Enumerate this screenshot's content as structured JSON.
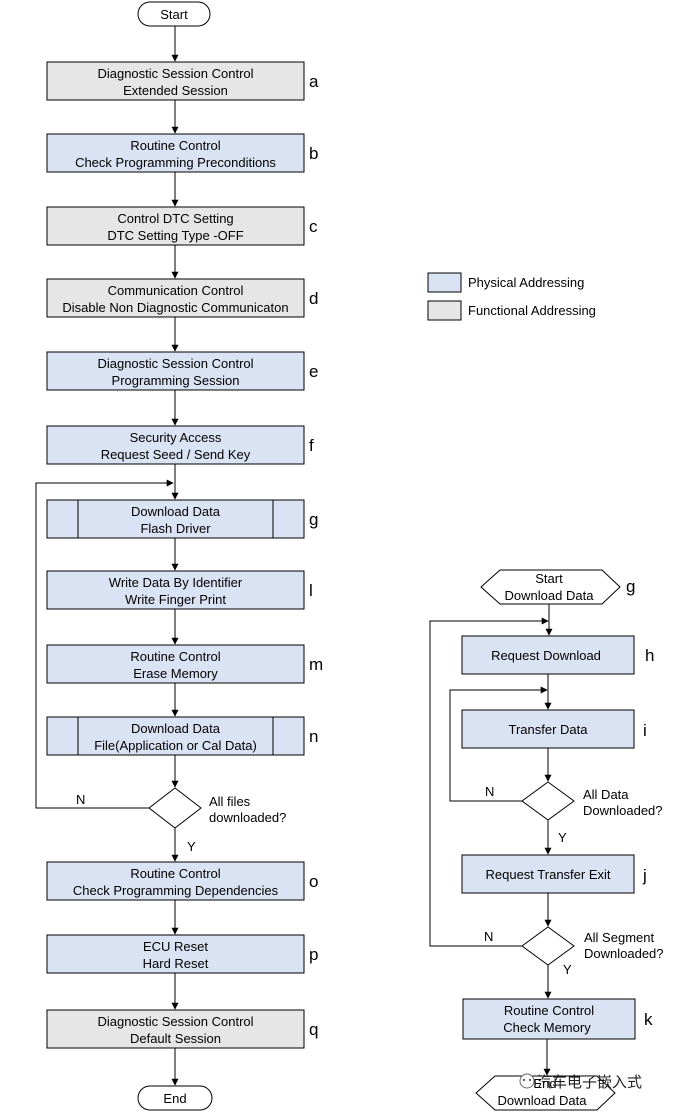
{
  "colors": {
    "physical": "#dae3f3",
    "functional": "#e7e6e6",
    "stroke": "#000000",
    "line": "#000000"
  },
  "legend": {
    "physical_label": "Physical Addressing",
    "functional_label": "Functional Addressing"
  },
  "main_flow": {
    "start": "Start",
    "end": "End",
    "steps": [
      {
        "letter": "a",
        "line1": "Diagnostic Session  Control",
        "line2": "Extended Session",
        "addressing": "functional",
        "style": "plain"
      },
      {
        "letter": "b",
        "line1": "Routine  Control",
        "line2": "Check Programming Preconditions",
        "addressing": "physical",
        "style": "plain"
      },
      {
        "letter": "c",
        "line1": "Control DTC Setting",
        "line2": "DTC Setting Type -OFF",
        "addressing": "functional",
        "style": "plain"
      },
      {
        "letter": "d",
        "line1": "Communication Control",
        "line2": "Disable Non Diagnostic Communicaton",
        "addressing": "functional",
        "style": "plain"
      },
      {
        "letter": "e",
        "line1": "Diagnostic Session  Control",
        "line2": "Programming Session",
        "addressing": "physical",
        "style": "plain"
      },
      {
        "letter": "f",
        "line1": "Security Access",
        "line2": "Request Seed  / Send Key",
        "addressing": "physical",
        "style": "plain"
      },
      {
        "letter": "g",
        "line1": "Download  Data",
        "line2": "Flash Driver",
        "addressing": "physical",
        "style": "subprocess"
      },
      {
        "letter": "l",
        "line1": "Write Data By Identifier",
        "line2": "Write Finger Print",
        "addressing": "physical",
        "style": "plain"
      },
      {
        "letter": "m",
        "line1": "Routine  Control",
        "line2": "Erase Memory",
        "addressing": "physical",
        "style": "plain"
      },
      {
        "letter": "n",
        "line1": "Download  Data",
        "line2": "File(Application or Cal Data)",
        "addressing": "physical",
        "style": "subprocess"
      },
      {
        "letter": "o",
        "line1": "Routine  Control",
        "line2": "Check Programming Dependencies",
        "addressing": "physical",
        "style": "plain"
      },
      {
        "letter": "p",
        "line1": "ECU Reset",
        "line2": "Hard Reset",
        "addressing": "physical",
        "style": "plain"
      },
      {
        "letter": "q",
        "line1": "Diagnostic Session  Control",
        "line2": "Default Session",
        "addressing": "functional",
        "style": "plain"
      }
    ],
    "decision": {
      "line1": "All files",
      "line2": "downloaded?",
      "no": "N",
      "yes": "Y"
    }
  },
  "sub_flow": {
    "start_line1": "Start",
    "start_line2": "Download Data",
    "start_letter": "g",
    "end_line1": "End",
    "end_line2": "Download Data",
    "steps": [
      {
        "letter": "h",
        "label": "Request Download"
      },
      {
        "letter": "i",
        "label": "Transfer Data"
      },
      {
        "letter": "j",
        "label": "Request Transfer Exit"
      },
      {
        "letter": "k",
        "label": "Routine Control",
        "line2": "Check Memory"
      }
    ],
    "decision1": {
      "line1": "All Data",
      "line2": "Downloaded?",
      "no": "N",
      "yes": "Y"
    },
    "decision2": {
      "line1": "All Segment",
      "line2": "Downloaded?",
      "no": "N",
      "yes": "Y"
    }
  },
  "watermark": "汽车电子嵌入式"
}
